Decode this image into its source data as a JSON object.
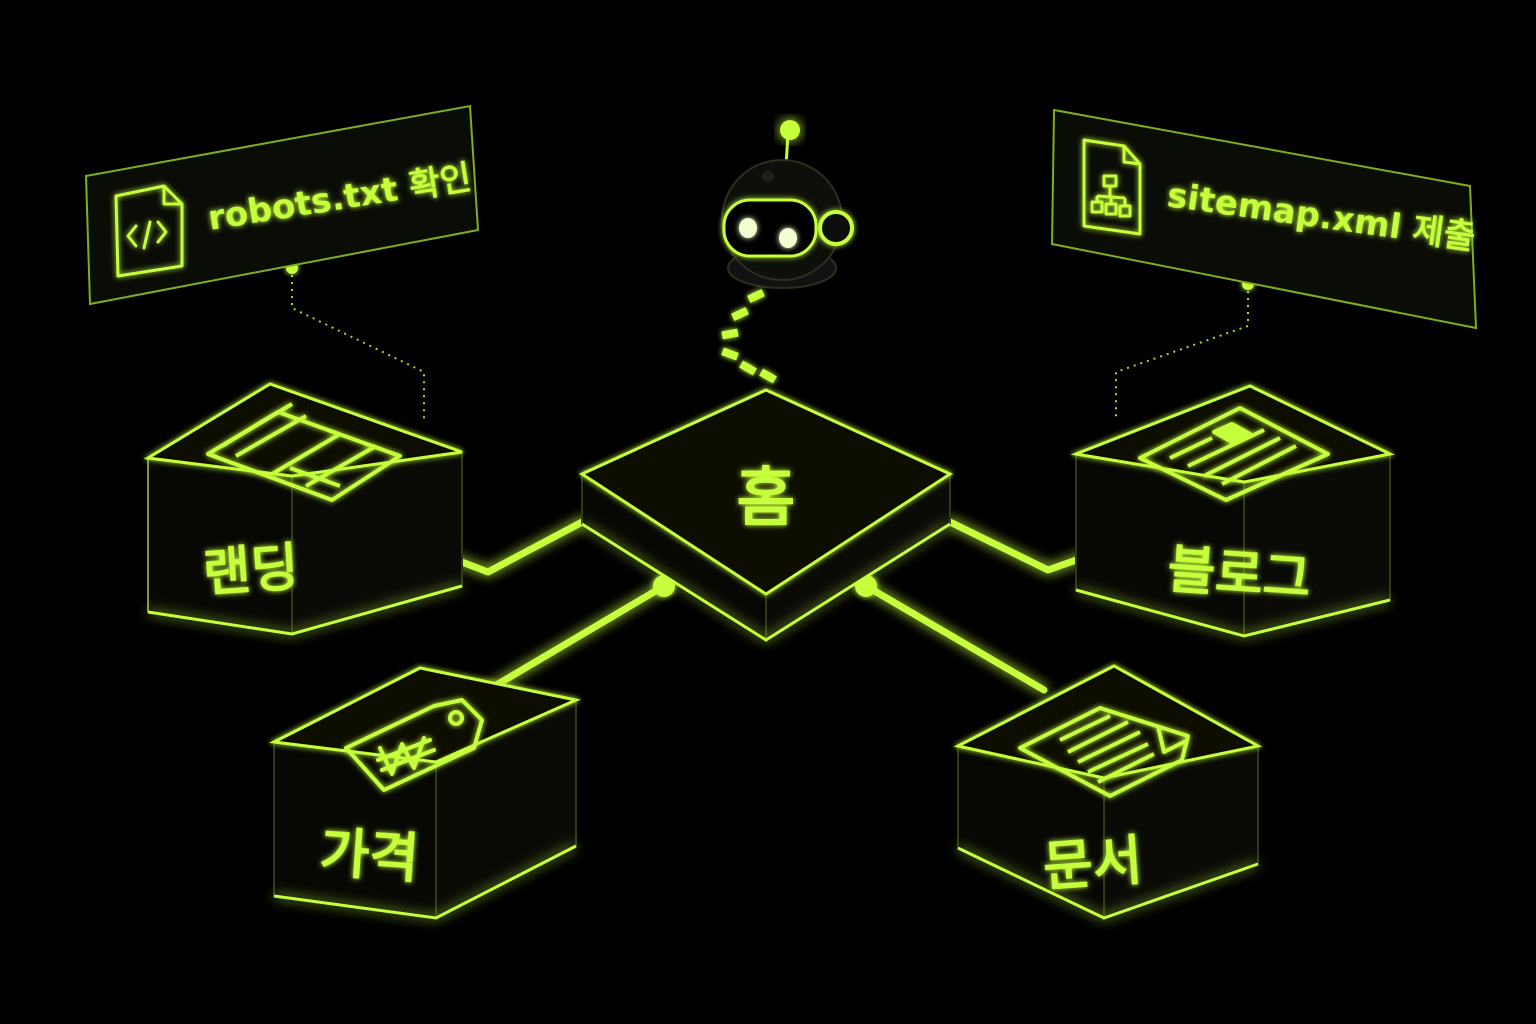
{
  "colors": {
    "accent": "#c6ff3a",
    "accent_dim": "#7fae1c",
    "node_top": "#0c0f06",
    "node_side": "#070804",
    "background": "#000000"
  },
  "callouts": {
    "robots": {
      "label": "robots.txt 확인",
      "icon": "code-file-icon"
    },
    "sitemap": {
      "label": "sitemap.xml 제출",
      "icon": "sitemap-file-icon"
    }
  },
  "nodes": {
    "home": {
      "label": "홈"
    },
    "landing": {
      "label": "랜딩",
      "icon": "browser-layout-icon"
    },
    "blog": {
      "label": "블로그",
      "icon": "article-icon"
    },
    "pricing": {
      "label": "가격",
      "icon": "won-price-tag-icon"
    },
    "docs": {
      "label": "문서",
      "icon": "document-icon"
    }
  },
  "crawler": {
    "icon": "crawler-bot-icon"
  }
}
